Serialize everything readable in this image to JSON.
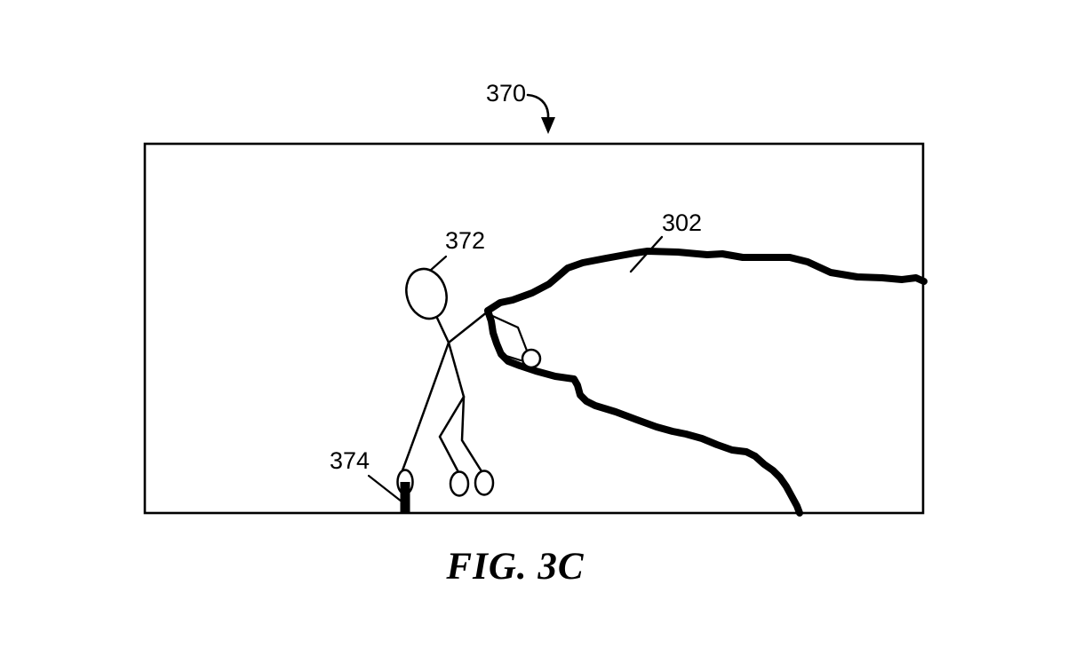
{
  "figure": {
    "caption": "FIG. 3C",
    "ink_color": "#000000",
    "background_color": "#ffffff",
    "reference_labels": {
      "frame": "370",
      "person": "372",
      "cliff": "302",
      "peg": "374"
    }
  }
}
